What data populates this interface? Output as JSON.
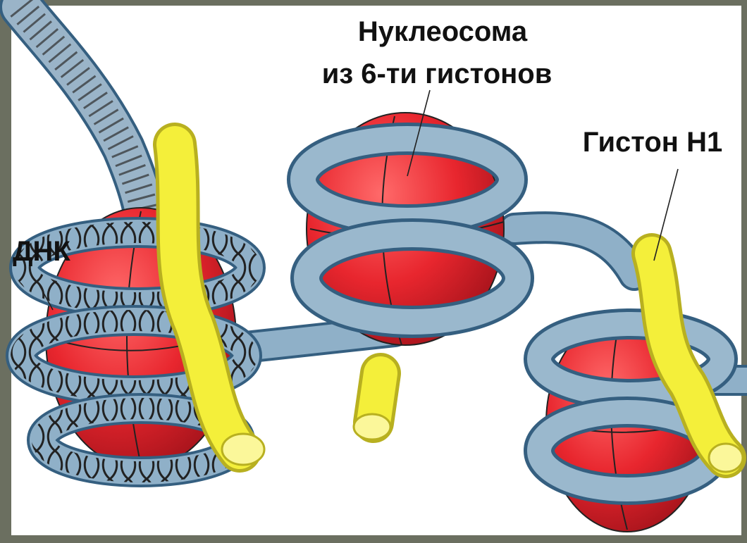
{
  "labels": {
    "nucleosome_line1": "Нуклеосома",
    "nucleosome_line2": "из 6-ти гистонов",
    "histone_h1": "Гистон Н1",
    "dna": "ДНК"
  },
  "colors": {
    "frame": "#6b6f60",
    "background": "#ffffff",
    "histone_core": "#e8262e",
    "histone_core_shadow": "#a8141c",
    "dna_tube": "#8fb0c8",
    "dna_tube_dark": "#355f80",
    "histone_h1": "#f4ef3a",
    "histone_h1_dark": "#b8b020",
    "helix": "#222222"
  },
  "icons": [
    "nucleosome-core-icon",
    "dna-tube-icon",
    "histone-h1-icon",
    "dna-helix-icon"
  ]
}
